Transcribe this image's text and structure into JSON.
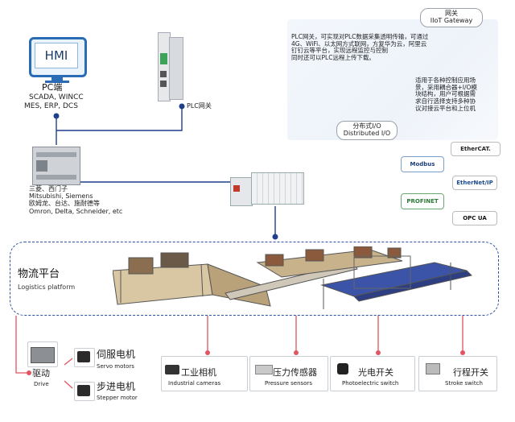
{
  "hmi": {
    "screen_label": "HMI"
  },
  "pc": {
    "title": "PC端",
    "line1": "SCADA, WINCC",
    "line2": "MES, ERP,  DCS"
  },
  "plc_gateway_label": "PLC网关",
  "gateway_badge": {
    "line1": "网关",
    "line2": "IIoT Gateway"
  },
  "gateway_desc": [
    "PLC网关，可实现对PLC数据采集透明传输，可通过",
    "4G、WiFi、以太网方式联网，方复华为云，阿里云",
    "钉钉云等平台，实现远程监控与控制",
    "同时还可以PLC远程上传下载。"
  ],
  "io_desc": [
    "适用于各种控制应用场",
    "景，采用耦合器+I/O模",
    "块结构，用户可根据需",
    "求自行选择支持多种协",
    "议对接云平台和上位机"
  ],
  "io_badge": {
    "line1": "分布式I/O",
    "line2": "Distributed I/O"
  },
  "protocols": [
    "EtherCAT.",
    "Modbus",
    "EtherNet/IP",
    "PROFINET",
    "OPC UA"
  ],
  "plc_brands": [
    "三菱、西门子",
    "Mitsubishi, Siemens",
    "欧姆龙、台达、施耐德等",
    "Omron, Delta, Schneider, etc"
  ],
  "platform": {
    "title": "物流平台",
    "subtitle": "Logistics platform"
  },
  "drive": {
    "zh": "驱动",
    "en": "Drive"
  },
  "servo": {
    "zh": "伺服电机",
    "en": "Servo motors"
  },
  "stepper": {
    "zh": "步进电机",
    "en": "Stepper motor"
  },
  "devices": [
    {
      "zh": "工业相机",
      "en": "Industrial cameras"
    },
    {
      "zh": "压力传感器",
      "en": "Pressure sensors"
    },
    {
      "zh": "光电开关",
      "en": "Photoelectric switch"
    },
    {
      "zh": "行程开关",
      "en": "Stroke switch"
    }
  ],
  "colors": {
    "link_blue": "#1f3f8a",
    "link_red": "#e15561",
    "accent": "#2a6bb5"
  }
}
